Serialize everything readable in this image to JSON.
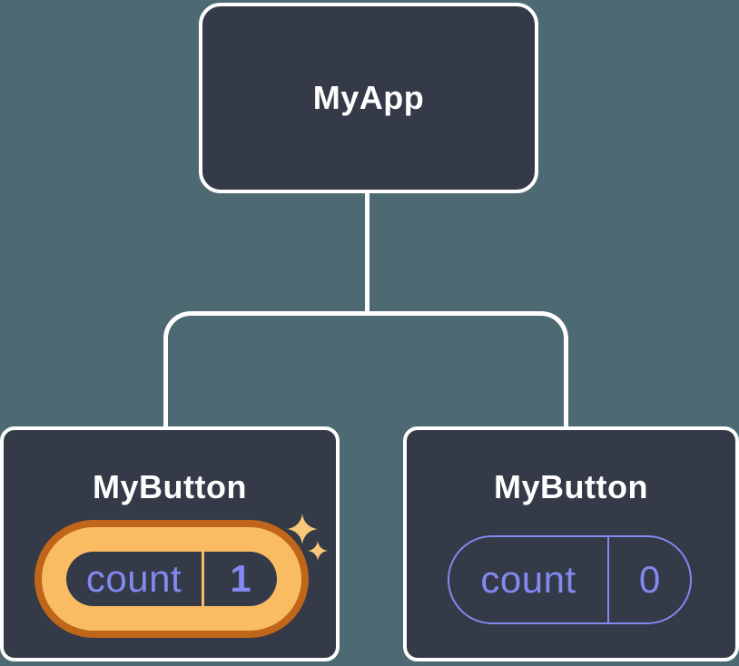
{
  "tree": {
    "root": {
      "label": "MyApp"
    },
    "children": [
      {
        "label": "MyButton",
        "state_key": "count",
        "state_value": "1",
        "highlighted": true
      },
      {
        "label": "MyButton",
        "state_key": "count",
        "state_value": "0",
        "highlighted": false
      }
    ]
  },
  "icons": {
    "sparkle_large": "sparkle-icon",
    "sparkle_small": "sparkle-icon"
  },
  "colors": {
    "background": "#4D6971",
    "node_fill": "#343A47",
    "node_border": "#FFFFFF",
    "state_accent": "#8289EF",
    "highlight_outer": "#C0661A",
    "highlight_inner": "#F9BC63",
    "sparkle": "#F9C979"
  }
}
